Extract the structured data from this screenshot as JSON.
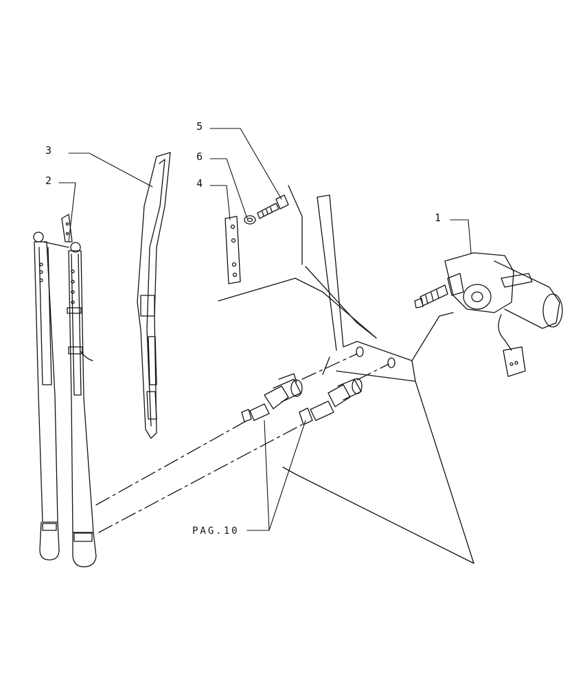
{
  "callouts": {
    "c1": "1",
    "c2": "2",
    "c3": "3",
    "c4": "4",
    "c5": "5",
    "c6": "6"
  },
  "reference": "PAG.10",
  "colors": {
    "ink": "#111111",
    "paper": "#ffffff",
    "shade": "#9a9a9a"
  }
}
